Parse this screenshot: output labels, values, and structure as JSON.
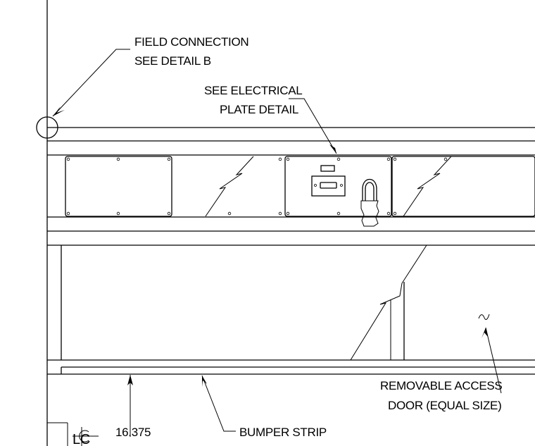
{
  "callouts": {
    "field_connection_line1": "FIELD CONNECTION",
    "field_connection_line2": "SEE DETAIL B",
    "electrical_line1": "SEE ELECTRICAL",
    "electrical_line2": "PLATE DETAIL",
    "access_door_line1": "REMOVABLE ACCESS",
    "access_door_line2": "DOOR (EQUAL SIZE)",
    "bumper_strip": "BUMPER STRIP",
    "dimension": "16.375",
    "centerline_symbol": "LC"
  },
  "colors": {
    "line": "#000000",
    "background": "#ffffff"
  }
}
